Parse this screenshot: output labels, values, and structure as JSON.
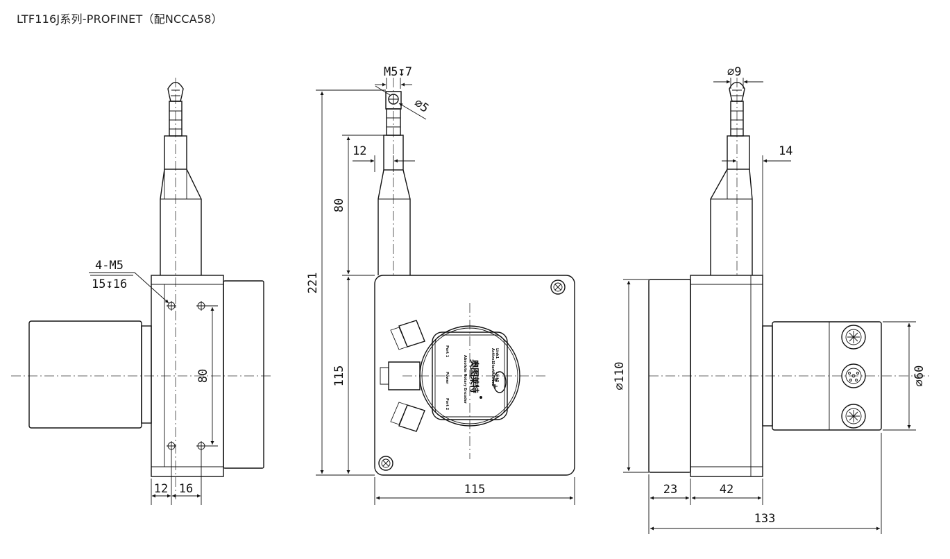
{
  "title": "LTF116J系列-PROFINET（配NCCA58）",
  "dimensions": {
    "left": {
      "holes": "4-M5",
      "hole_depth": "15↧16",
      "hole_spacing": "80",
      "d1": "12",
      "d2": "16"
    },
    "front": {
      "thread": "M5↧7",
      "pin": "∅5",
      "offset": "12",
      "top": "80",
      "body_height": "115",
      "overall": "221",
      "width": "115"
    },
    "right": {
      "cable": "∅9",
      "offset": "14",
      "body_dia": "∅110",
      "encoder_dia": "∅60",
      "a": "23",
      "b": "42",
      "total": "133"
    }
  },
  "label": {
    "brand": "奥图莱特",
    "product": "Absolute Rotary Encoder",
    "port1": "Port 1",
    "port2": "Port 2",
    "power": "Power",
    "link1": "Link1",
    "active1": "Active1",
    "start": "Start",
    "link2": "Link2",
    "active2": "Active2"
  }
}
